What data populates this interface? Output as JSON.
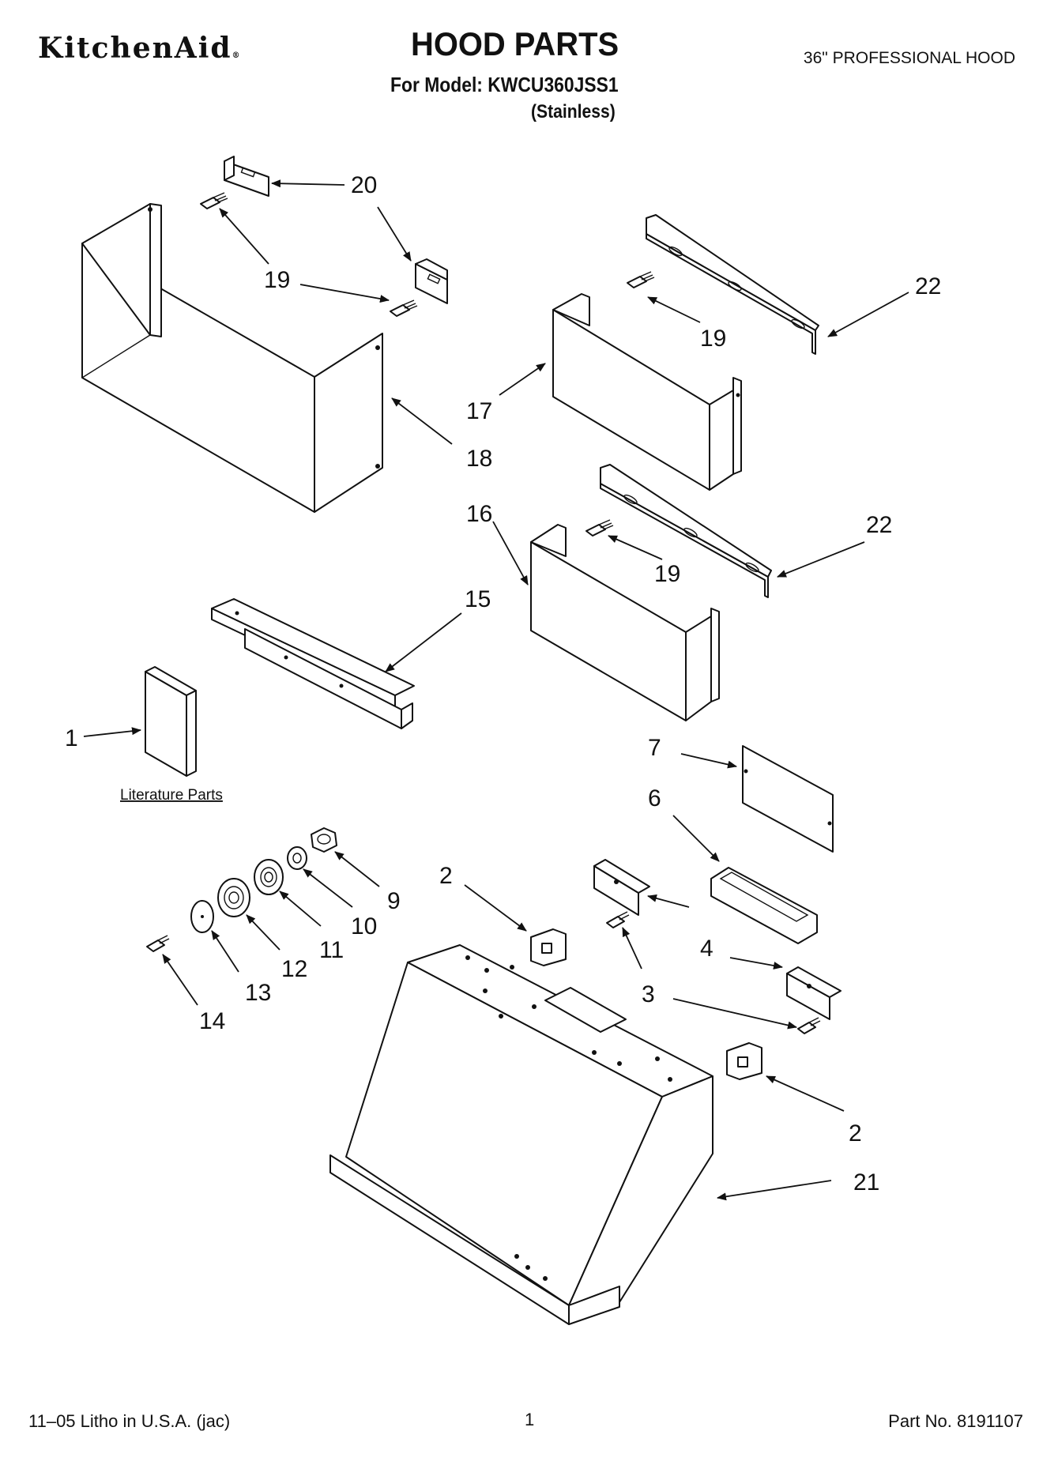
{
  "header": {
    "brand": "KitchenAid",
    "brand_mark": "®",
    "title": "HOOD PARTS",
    "model_line": "For Model: KWCU360JSS1",
    "finish": "(Stainless)",
    "hood_type": "36\" PROFESSIONAL HOOD"
  },
  "callouts": {
    "c1": "1",
    "c2a": "2",
    "c2b": "2",
    "c3": "3",
    "c4": "4",
    "c6": "6",
    "c7": "7",
    "c9": "9",
    "c10": "10",
    "c11": "11",
    "c12": "12",
    "c13": "13",
    "c14": "14",
    "c15": "15",
    "c16": "16",
    "c17": "17",
    "c18": "18",
    "c19a": "19",
    "c19b": "19",
    "c19c": "19",
    "c20": "20",
    "c21": "21",
    "c22a": "22",
    "c22b": "22"
  },
  "literature_label": "Literature Parts",
  "footer": {
    "litho": "11–05 Litho in U.S.A. (jac)",
    "page": "1",
    "part_no": "Part No. 8191107"
  }
}
